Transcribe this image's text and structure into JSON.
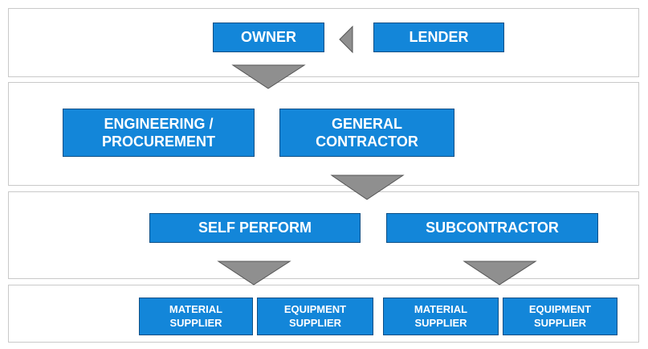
{
  "diagram": {
    "nodes": {
      "owner": "OWNER",
      "lender": "LENDER",
      "engineering": "ENGINEERING /\nPROCUREMENT",
      "general_contractor": "GENERAL\nCONTRACTOR",
      "self_perform": "SELF PERFORM",
      "subcontractor": "SUBCONTRACTOR",
      "material_supplier_1": "MATERIAL\nSUPPLIER",
      "equipment_supplier_1": "EQUIPMENT\nSUPPLIER",
      "material_supplier_2": "MATERIAL\nSUPPLIER",
      "equipment_supplier_2": "EQUIPMENT\nSUPPLIER"
    },
    "colors": {
      "box_fill": "#1386d9",
      "box_border": "#0d4f86",
      "arrow_fill": "#8f8f8f",
      "panel_border": "#c9c9c9"
    }
  }
}
